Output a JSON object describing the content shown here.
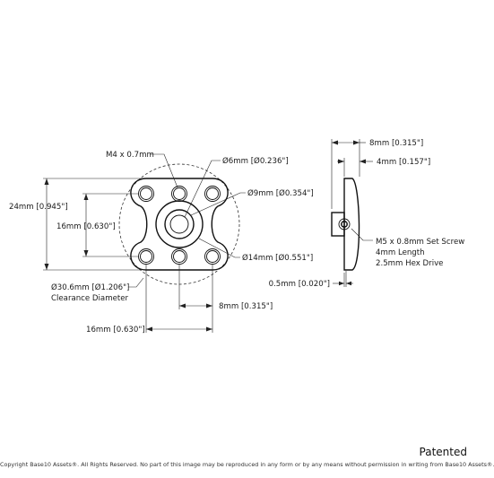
{
  "labels": {
    "m4": "M4 x 0.7mm",
    "d6": "Ø6mm [Ø0.236\"]",
    "d9": "Ø9mm [Ø0.354\"]",
    "d14": "Ø14mm [Ø0.551\"]",
    "h24": "24mm [0.945\"]",
    "h16": "16mm [0.630\"]",
    "clear_line1": "Ø30.6mm [Ø1.206\"]",
    "clear_line2": "Clearance Diameter",
    "w8_front": "8mm [0.315\"]",
    "w16": "16mm [0.630\"]",
    "side_8": "8mm [0.315\"]",
    "side_4": "4mm [0.157\"]",
    "side_05": "0.5mm [0.020\"]",
    "screw_line1": "M5 x 0.8mm Set Screw",
    "screw_line2": "4mm Length",
    "screw_line3": "2.5mm Hex Drive"
  },
  "footer": {
    "patented": "Patented",
    "copyright": "Copyright Base10 Assets®.  All Rights Reserved. No part of this image may be reproduced in any form or by any means without permission in writing from Base10 Assets®."
  }
}
